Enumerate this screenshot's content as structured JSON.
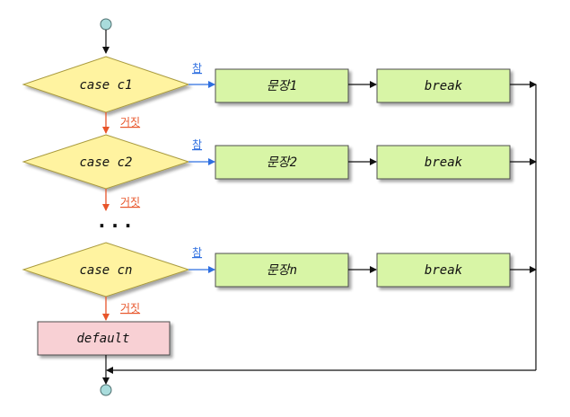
{
  "diagram": {
    "cases": [
      {
        "condition": "case c1",
        "statement": "문장1",
        "break_label": "break",
        "true_label": "참",
        "false_label": "거짓"
      },
      {
        "condition": "case c2",
        "statement": "문장2",
        "break_label": "break",
        "true_label": "참",
        "false_label": "거짓"
      },
      {
        "condition": "case cn",
        "statement": "문장n",
        "break_label": "break",
        "true_label": "참",
        "false_label": "거짓"
      }
    ],
    "ellipsis": "· · ·",
    "default_label": "default",
    "colors": {
      "diamond_fill": "#fff3a0",
      "diamond_stroke": "#a99a3c",
      "box_fill": "#d8f5a6",
      "box_stroke": "#4d4d4d",
      "default_fill": "#f8d0d4",
      "true_arrow": "#2f6fe0",
      "false_arrow": "#e8552a",
      "terminal_fill": "#a9dcdc",
      "line": "#111111"
    }
  }
}
